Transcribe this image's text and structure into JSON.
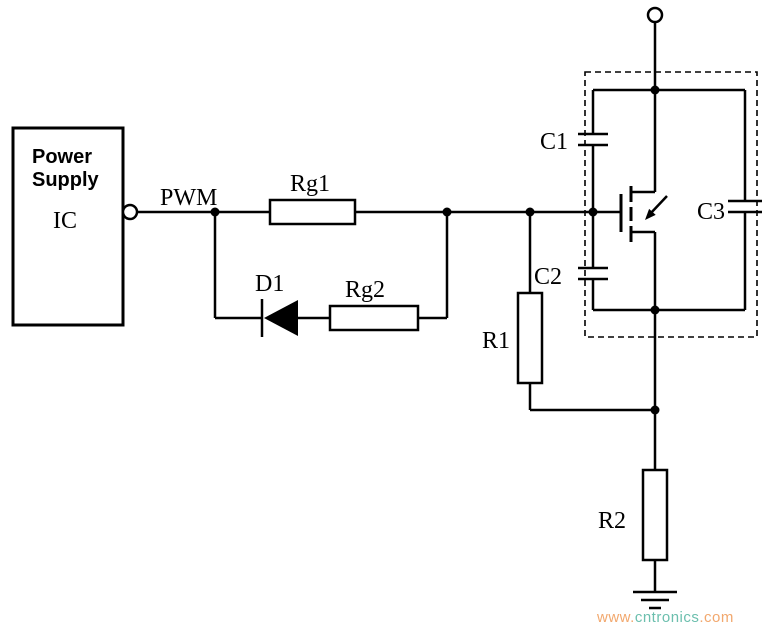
{
  "diagram": {
    "power_supply": {
      "line1": "Power",
      "line2": "Supply",
      "line3": "IC"
    },
    "labels": {
      "pwm": "PWM",
      "rg1": "Rg1",
      "d1": "D1",
      "rg2": "Rg2",
      "c1": "C1",
      "c2": "C2",
      "c3": "C3",
      "r1": "R1",
      "r2": "R2"
    },
    "watermark": {
      "prefix": "www.",
      "middle": "cntronics",
      "suffix": ".com"
    },
    "colors": {
      "wire": "#000000",
      "background": "#ffffff",
      "watermark_orange": "#f2a86e",
      "watermark_teal": "#6cbfae"
    }
  }
}
